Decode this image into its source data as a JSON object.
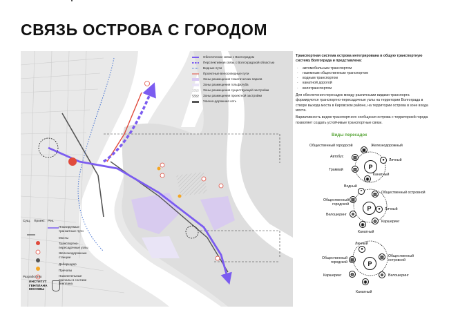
{
  "title": "СВЯЗЬ ОСТРОВА С ГОРОДОМ",
  "legend": [
    {
      "label": "Обеспечение связи с Волгоградом",
      "color": "#7b5cf0",
      "style": "thick-arrow"
    },
    {
      "label": "Перспективная связь с Волгоградской областью",
      "color": "#7b5cf0",
      "style": "dashed-arrow"
    },
    {
      "label": "Водные пути",
      "color": "#3f6fd1",
      "style": "dotted"
    },
    {
      "label": "Проектные велосипедные пути",
      "color": "#e04a3c",
      "style": "line"
    },
    {
      "label": "Зоны размещения тематических парков",
      "color": "#d7c8f2",
      "style": "fill"
    },
    {
      "label": "Зоны размещения гольфклуба",
      "color": "#e9e4f6",
      "style": "fill"
    },
    {
      "label": "Зоны размещения существующей застройки",
      "color": "#cfcfcf",
      "style": "hatch"
    },
    {
      "label": "Зоны размещения проектной застройки",
      "color": "#9a9a9a",
      "style": "hatch"
    },
    {
      "label": "Улично-дорожная сеть",
      "color": "#555555",
      "style": "road"
    }
  ],
  "right_text": {
    "intro": "Транспортная система острова интегрирована в общую транспортную систему Волгограда и представлена:",
    "items": [
      "автомобильным транспортом",
      "наземным общественным транспортом",
      "водным транспортом",
      "канатной дорогой",
      "велотранспортом"
    ],
    "p2": "Для обеспечения пересадок между различными видами транспорта формируются транспортно-пересадочные узлы на территории Волгограда в створе выхода моста в Кировском районе, на территории острова в зоне входа моста.",
    "p3": "Вариативность видов транспортного сообщения острова с территорией города позволяет создать устойчивые транспортные связи."
  },
  "subheading": "Виды пересадок",
  "hub1": {
    "center": "P",
    "labels": [
      "Общественный городской",
      "Железнодорожный",
      "Автобус",
      "Личный",
      "Трамвай",
      "Канатный"
    ]
  },
  "hub2": {
    "center": "P",
    "labels": [
      "Водный",
      "Общественный островной",
      "Общественный городской",
      "Личный",
      "Велошеринг",
      "Каршеринг",
      "Канатный"
    ]
  },
  "hub3": {
    "center": "P",
    "labels": [
      "Личный",
      "Общественный городской",
      "Общественный островной",
      "Каршеринг",
      "Велошеринг",
      "Канатный"
    ]
  },
  "bottom_legend": {
    "headers": [
      "Сущ.",
      "Проект.",
      "Рек."
    ],
    "rows": [
      "Планируемые транзитные пути",
      "Мосты",
      "Транспортно-пересадочные узлы",
      "Железнодорожные станции",
      "Дебаркадер",
      "Причалы",
      "Накопительные причалы в составе Генплана"
    ]
  },
  "footer": {
    "small": "Разработано",
    "org": "ИНСТИТУТ ГЕНПЛАНА МОСКВЫ"
  },
  "colors": {
    "primary": "#7b5cf0",
    "accent": "#e04a3c",
    "water": "#3f6fd1",
    "text": "#111111"
  }
}
